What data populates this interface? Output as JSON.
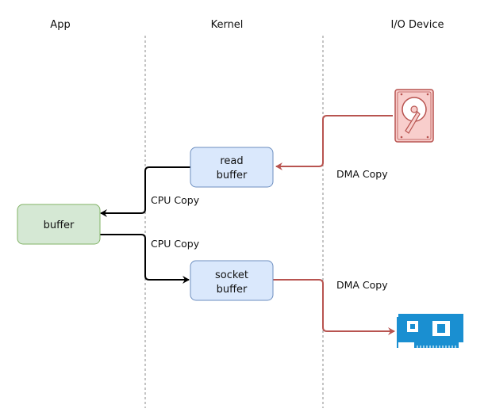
{
  "columns": {
    "app": "App",
    "kernel": "Kernel",
    "device": "I/O Device"
  },
  "nodes": {
    "app_buffer": "buffer",
    "read_buffer": [
      "read",
      "buffer"
    ],
    "socket_buffer": [
      "socket",
      "buffer"
    ]
  },
  "edges": {
    "dma_read": "DMA Copy",
    "cpu_read": "CPU Copy",
    "cpu_write": "CPU Copy",
    "dma_write": "DMA Copy"
  },
  "colors": {
    "app_fill": "#d5e8d4",
    "app_stroke": "#82b366",
    "kernel_fill": "#dae8fc",
    "kernel_stroke": "#6c8ebf",
    "dma_arrow": "#b85450",
    "cpu_arrow": "#000000",
    "disk_fill": "#f8cecc",
    "disk_stroke": "#b85450",
    "nic_fill": "#1a8fd1",
    "divider": "#888888"
  },
  "icons": {
    "disk": "hard-disk-icon",
    "nic": "network-card-icon"
  }
}
